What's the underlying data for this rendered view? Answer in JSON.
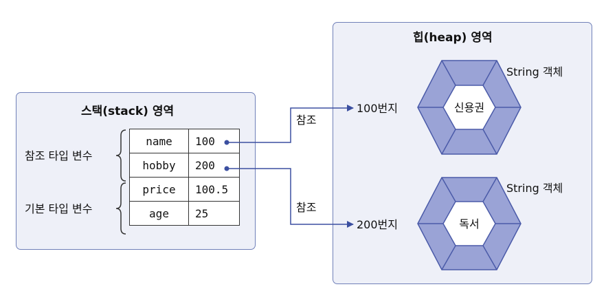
{
  "stack": {
    "title": "스택(stack) 영역",
    "group_labels": {
      "reference": "참조 타입 변수",
      "primitive": "기본 타입 변수"
    },
    "variables": [
      {
        "name": "name",
        "value": "100"
      },
      {
        "name": "hobby",
        "value": "200"
      },
      {
        "name": "price",
        "value": "100.5"
      },
      {
        "name": "age",
        "value": "25"
      }
    ]
  },
  "heap": {
    "title": "힙(heap) 영역",
    "objects": [
      {
        "address": "100번지",
        "type_label": "String 객체",
        "content": "신용권"
      },
      {
        "address": "200번지",
        "type_label": "String 객체",
        "content": "독서"
      }
    ]
  },
  "arrows": [
    {
      "label": "참조"
    },
    {
      "label": "참조"
    }
  ],
  "colors": {
    "panel_bg": "#eef0f8",
    "panel_border": "#6f7fb8",
    "hex_fill": "#9aa3d6",
    "hex_stroke": "#4a5aa8",
    "arrow": "#3b4fa0"
  }
}
